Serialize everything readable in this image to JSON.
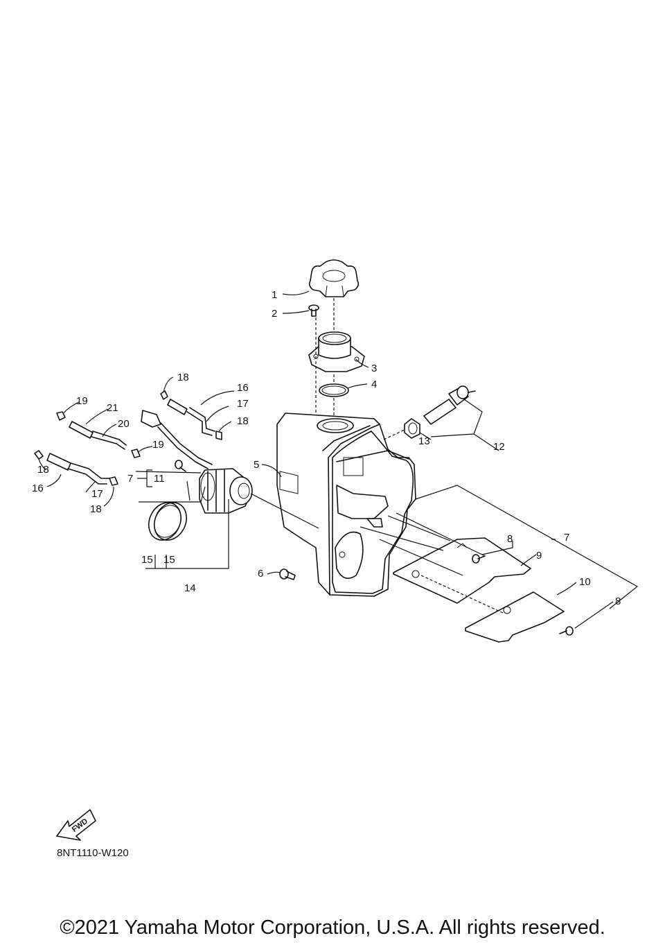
{
  "callouts": {
    "c1": "1",
    "c2": "2",
    "c3": "3",
    "c4": "4",
    "c5": "5",
    "c6": "6",
    "c7a": "7",
    "c7b": "7",
    "c8a": "8",
    "c8b": "8",
    "c9": "9",
    "c10": "10",
    "c11": "11",
    "c12": "12",
    "c13": "13",
    "c14": "14",
    "c15a": "15",
    "c15b": "15",
    "c16a": "16",
    "c16b": "16",
    "c17a": "17",
    "c17b": "17",
    "c18a": "18",
    "c18b": "18",
    "c18c": "18",
    "c18d": "18",
    "c19a": "19",
    "c19b": "19",
    "c20": "20",
    "c21": "21"
  },
  "fwd_label": "FWD",
  "diagram_code": "8NT1110-W120",
  "copyright": "©2021 Yamaha Motor Corporation, U.S.A. All rights reserved."
}
